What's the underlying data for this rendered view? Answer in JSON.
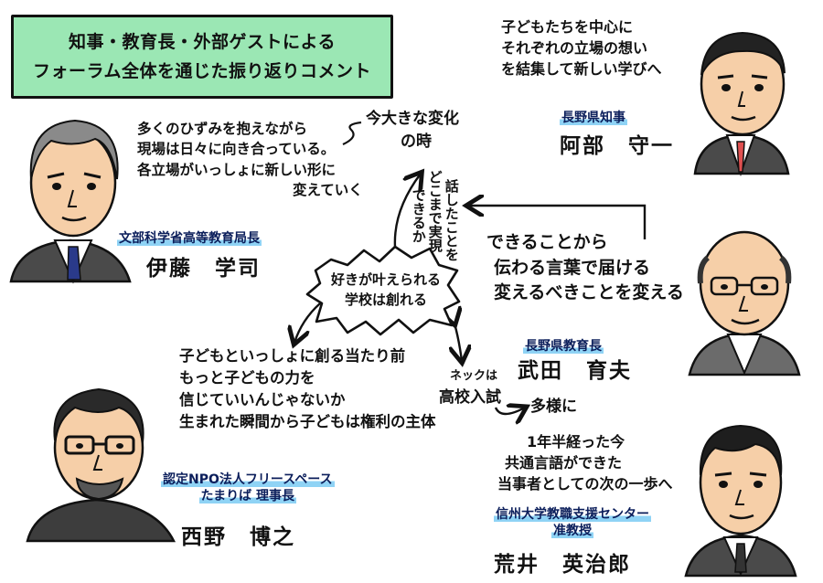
{
  "title": {
    "line1": "知事・教育長・外部ゲストによる",
    "line2": "フォーラム全体を通じた振り返りコメント"
  },
  "people": {
    "abe": {
      "role": "長野県知事",
      "name": "阿部　守一",
      "quote": [
        "子どもたちを中心に",
        "それぞれの立場の想い",
        "を結集して新しい学びへ"
      ]
    },
    "ito": {
      "role": "文部科学省高等教育局長",
      "name": "伊藤　学司",
      "quote": [
        "多くのひずみを抱えながら",
        "現場は日々に向き合っている。",
        "各立場がいっしょに新しい形に",
        "変えていく"
      ]
    },
    "takeda": {
      "role": "長野県教育長",
      "name": "武田　育夫",
      "quote": [
        "できることから",
        "伝わる言葉で届ける",
        "変えるべきことを変える"
      ]
    },
    "nishino": {
      "role_line1": "認定NPO法人フリースペース",
      "role_line2": "たまりば 理事長",
      "name": "西野　博之",
      "quote": [
        "子どもといっしょに創る当たり前",
        "もっと子どもの力を",
        "信じていいんじゃないか",
        "生まれた瞬間から子どもは権利の主体"
      ]
    },
    "arai": {
      "role_line1": "信州大学教職支援センター",
      "role_line2": "准教授",
      "name": "荒井　英治郎",
      "quote": [
        "1年半経った今",
        "共通言語ができた",
        "当事者としての次の一歩へ"
      ]
    }
  },
  "center": {
    "bubble_line1": "好きが叶えられる",
    "bubble_line2": "学校は創れる",
    "change_line1": "今大きな変化",
    "change_line2": "の時",
    "vertical_col1": "話したことを",
    "vertical_col2": "どこまで実現",
    "vertical_col3": "できるか",
    "neck_line1": "ネックは",
    "neck_line2": "高校入試",
    "diverse": "多様に"
  },
  "colors": {
    "title_bg": "#9be7b4",
    "role_highlight": "#8fd3f5",
    "role_text": "#0b1e5b",
    "outline": "#111111"
  }
}
